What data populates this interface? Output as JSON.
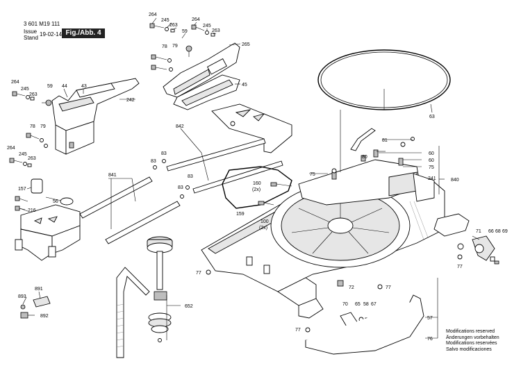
{
  "header": {
    "doc_number": "3 601 M19 111",
    "issue_label": "Issue",
    "stand_label": "Stand",
    "issue_date": "19-02-14",
    "figure_label": "Fig./Abb. 4"
  },
  "modifications": {
    "en": "Modifications reserved",
    "de": "Änderungen vorbehalten",
    "fr": "Modifications reservées",
    "es": "Salvo modificaciones"
  },
  "callouts": {
    "c264a": "264",
    "c245a": "245",
    "c263a": "263",
    "c59a": "59",
    "c264b": "264",
    "c245b": "245",
    "c263b": "263",
    "c78a": "78",
    "c79a": "79",
    "c265": "265",
    "c45": "45",
    "c264c": "264",
    "c245c": "245",
    "c263c": "263",
    "c59b": "59",
    "c44": "44",
    "c43": "43",
    "c242": "242",
    "c63": "63",
    "c78b": "78",
    "c79b": "79",
    "c842": "842",
    "c264d": "264",
    "c245d": "245",
    "c263d": "263",
    "c83a": "83",
    "c83b": "83",
    "c83c": "83",
    "c83d": "83",
    "c841": "841",
    "c157": "157",
    "c56": "56",
    "c216": "216",
    "c160": "160",
    "c2xa": "(2x)",
    "c159": "159",
    "c100": "100",
    "c2xb": "(2x)",
    "c75a": "75",
    "c81": "81",
    "c80": "80",
    "c60a": "60",
    "c60b": "60",
    "c75b": "75",
    "c840": "840",
    "c241": "241",
    "c71": "71",
    "c66": "66",
    "c68": "68",
    "c69": "69",
    "c77a": "77",
    "c77b": "77",
    "c77c": "77",
    "c77d": "77",
    "c72": "72",
    "c652": "652",
    "c891": "891",
    "c893": "893",
    "c892": "892",
    "c70": "70",
    "c65": "65",
    "c58": "58",
    "c67": "67",
    "c57": "57",
    "c76": "76"
  }
}
